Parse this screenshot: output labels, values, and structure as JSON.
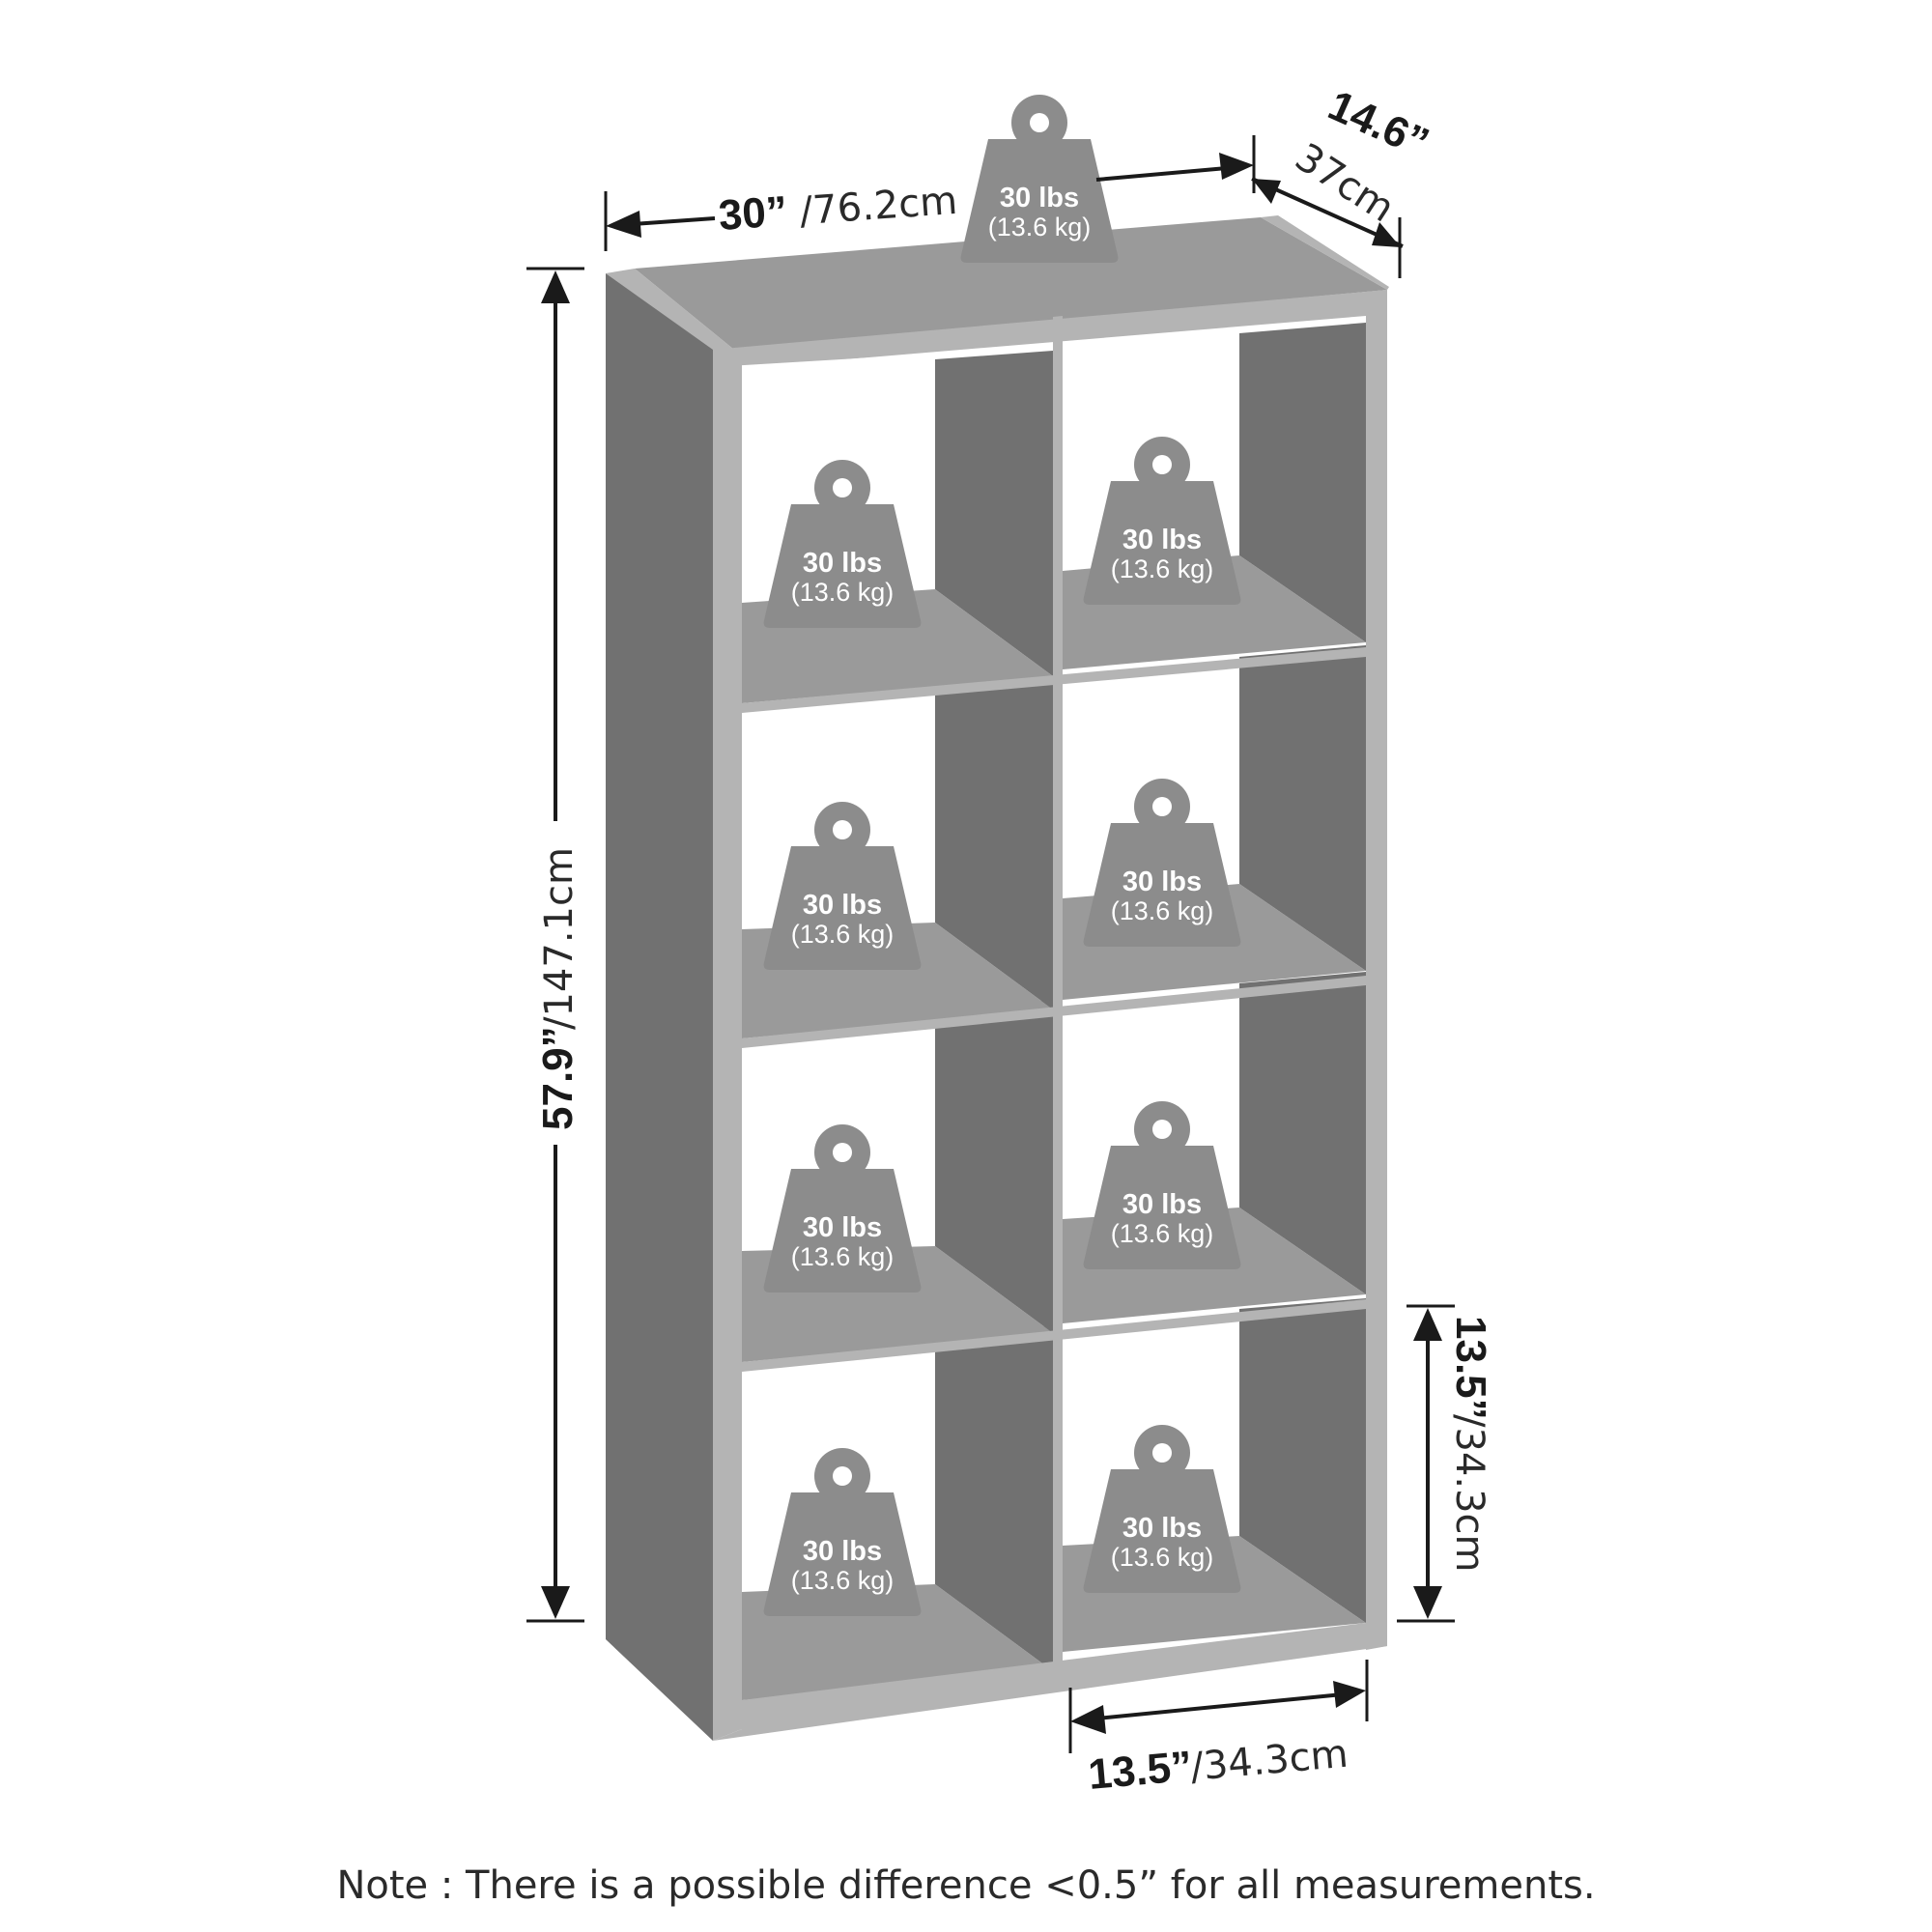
{
  "dimensions": {
    "width": {
      "imperial": "30”",
      "metric": "/76.2cm"
    },
    "depth": {
      "imperial": "14.6”",
      "metric": "37cm"
    },
    "height": {
      "imperial": "57.9”",
      "metric": "/147.1cm"
    },
    "cube_height": {
      "imperial": "13.5”",
      "metric": "/34.3cm"
    },
    "cube_width": {
      "imperial": "13.5”",
      "metric": "/34.3cm"
    }
  },
  "weight_capacity": {
    "imperial": "30 lbs",
    "metric": "(13.6 kg)"
  },
  "note": "Note : There is a possible difference <0.5” for all measurements.",
  "colors": {
    "shelf_dark": "#717171",
    "shelf_light": "#9a9a9a",
    "edge": "#b4b4b4",
    "weight_icon": "#8c8c8c",
    "ink": "#1a1a1a"
  }
}
